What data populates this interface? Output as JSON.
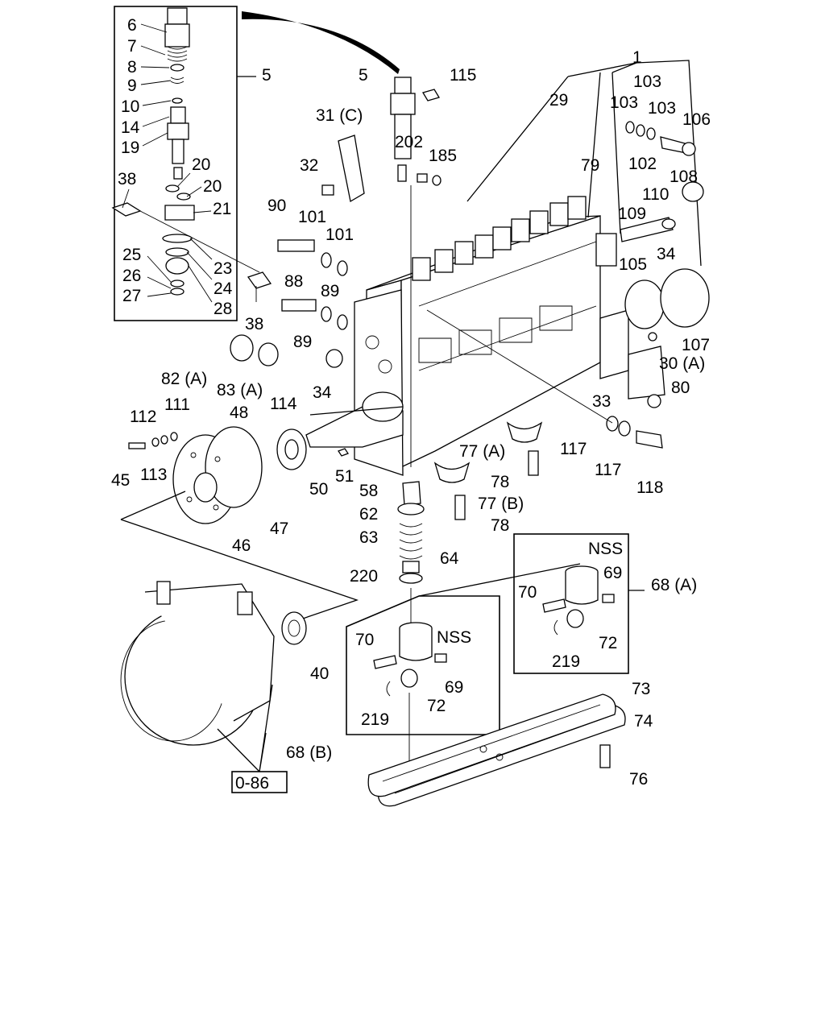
{
  "diagram": {
    "labels": {
      "l1": "1",
      "l5a": "5",
      "l5b": "5",
      "l6": "6",
      "l7": "7",
      "l8": "8",
      "l9": "9",
      "l10": "10",
      "l14": "14",
      "l19": "19",
      "l20a": "20",
      "l20b": "20",
      "l21": "21",
      "l23": "23",
      "l24": "24",
      "l25": "25",
      "l26": "26",
      "l27": "27",
      "l28": "28",
      "l29": "29",
      "l30": "30 (A)",
      "l31": "31 (C)",
      "l32": "32",
      "l33": "33",
      "l34a": "34",
      "l34b": "34",
      "l38a": "38",
      "l38b": "38",
      "l40": "40",
      "l45": "45",
      "l46": "46",
      "l47": "47",
      "l48": "48",
      "l50": "50",
      "l51": "51",
      "l58": "58",
      "l62": "62",
      "l63": "63",
      "l64": "64",
      "l68a": "68 (A)",
      "l68b": "68 (B)",
      "l69a": "69",
      "l69b": "69",
      "l70a": "70",
      "l70b": "70",
      "l72a": "72",
      "l72b": "72",
      "l73": "73",
      "l74": "74",
      "l76": "76",
      "l77a": "77 (A)",
      "l77b": "77 (B)",
      "l78a": "78",
      "l78b": "78",
      "l79": "79",
      "l80": "80",
      "l82": "82 (A)",
      "l83": "83 (A)",
      "l88": "88",
      "l89a": "89",
      "l89b": "89",
      "l90": "90",
      "l101a": "101",
      "l101b": "101",
      "l102": "102",
      "l103a": "103",
      "l103b": "103",
      "l103c": "103",
      "l105": "105",
      "l106": "106",
      "l107": "107",
      "l108": "108",
      "l109": "109",
      "l110": "110",
      "l111": "111",
      "l112": "112",
      "l113": "113",
      "l114": "114",
      "l115": "115",
      "l117a": "117",
      "l117b": "117",
      "l118": "118",
      "l185": "185",
      "l202": "202",
      "l219a": "219",
      "l219b": "219",
      "l220": "220",
      "nssA": "NSS",
      "nssB": "NSS",
      "ref086": "0-86"
    }
  }
}
